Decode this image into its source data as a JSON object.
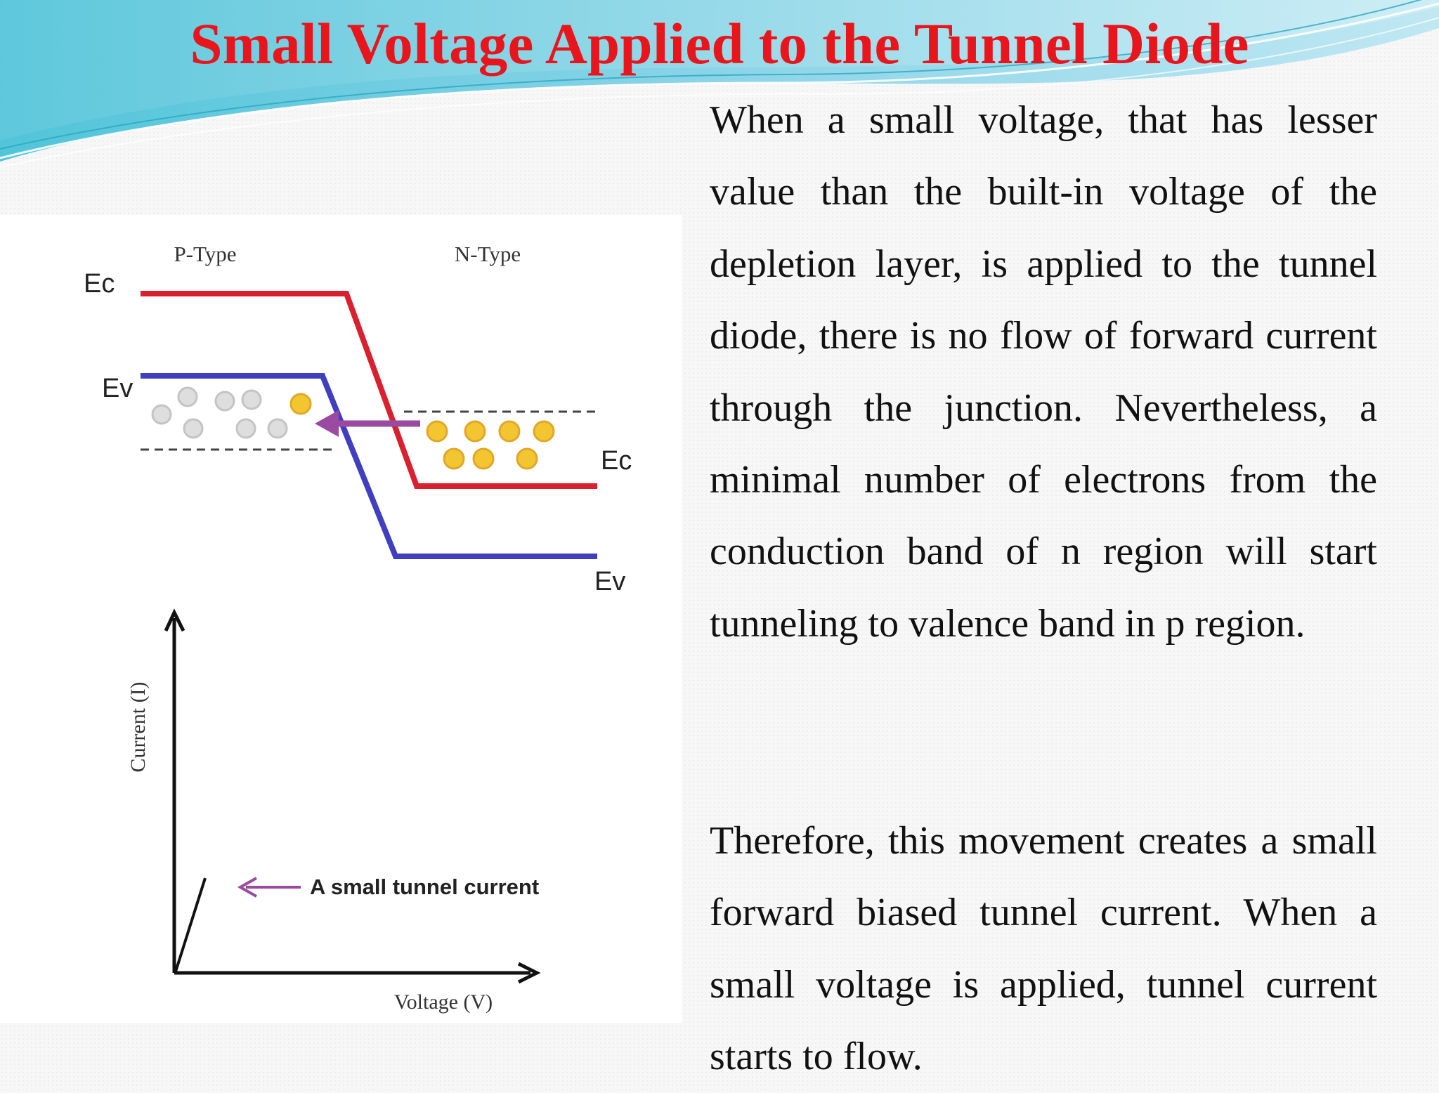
{
  "slide": {
    "title": "Small Voltage Applied to the Tunnel Diode",
    "paragraphs": [
      "When a small voltage, that has lesser value than the built-in voltage of the depletion layer, is applied to the tunnel diode, there is no flow of forward current through the junction. Nevertheless, a minimal number of electrons from the conduction band of n region will start tunneling to valence band in p region.",
      "Therefore, this movement creates a small forward biased tunnel current. When a small voltage is applied, tunnel current starts to flow."
    ]
  },
  "band_diagram": {
    "p_type_label": "P-Type",
    "n_type_label": "N-Type",
    "ec_left_label": "Ec",
    "ev_left_label": "Ev",
    "ec_right_label": "Ec",
    "ev_right_label": "Ev",
    "colors": {
      "conduction_band": "#d9202e",
      "valence_band": "#3f3fc0",
      "electron": "#f3c530",
      "hole": "#d8d8d8",
      "tunnel_arrow": "#9a4aa0"
    }
  },
  "iv_graph": {
    "y_axis_label": "Current (I)",
    "x_axis_label": "Voltage (V)",
    "annotation": "A small tunnel current"
  }
}
